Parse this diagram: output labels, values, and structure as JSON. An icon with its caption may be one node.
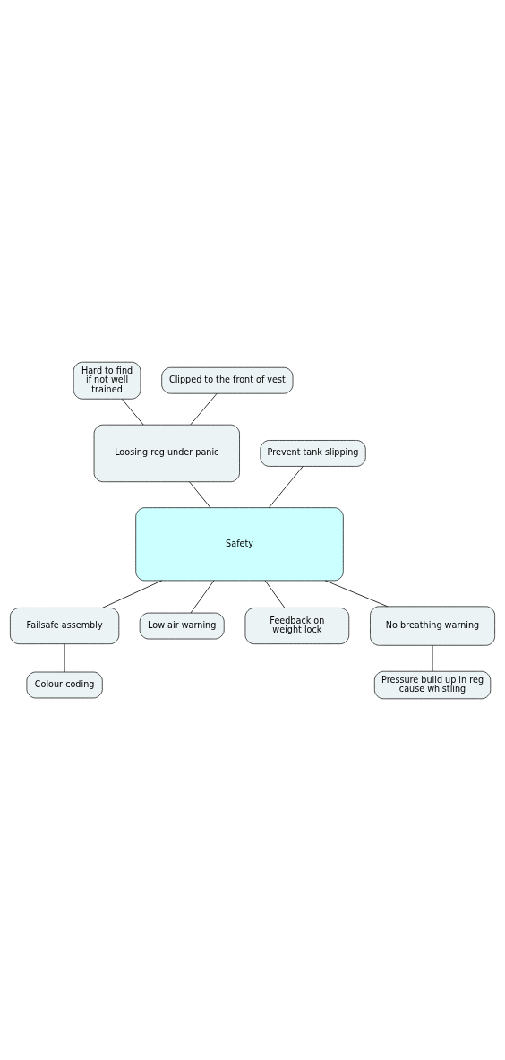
{
  "diagram": {
    "nodes": [
      {
        "text": [
          "Hard to find if not well trained"
        ]
      },
      {
        "text": [
          "Clipped to the front of vest"
        ]
      },
      {
        "text": [
          "Prevent tank slipping"
        ]
      },
      {
        "text": [
          "Loosing reg under panic"
        ]
      },
      {
        "text": [
          "Safety"
        ]
      },
      {
        "text": [
          "Failsafe assembly"
        ]
      },
      {
        "text": [
          "Colour coding"
        ]
      },
      {
        "text": [
          "Low air warning"
        ]
      },
      {
        "text": [
          "Feedback on weight lock"
        ]
      },
      {
        "text": [
          "No breathing warning"
        ]
      },
      {
        "text": [
          "Pressure build up in reg cause whistling"
        ]
      }
    ],
    "edges": [
      {
        "from": 0,
        "to": 3,
        "arrow": "none"
      },
      {
        "from": 1,
        "to": 3,
        "arrow": "none"
      },
      {
        "from": 2,
        "to": 4,
        "arrow": "none"
      },
      {
        "from": 3,
        "to": 4,
        "arrow": "none"
      },
      {
        "from": 4,
        "to": 5,
        "arrow": "none"
      },
      {
        "from": 5,
        "to": 6,
        "arrow": "none"
      },
      {
        "from": 4,
        "to": 7,
        "arrow": "none"
      },
      {
        "from": 4,
        "to": 8,
        "arrow": "none"
      },
      {
        "from": 4,
        "to": 9,
        "arrow": "none"
      },
      {
        "from": 9,
        "to": 10,
        "arrow": "none"
      }
    ]
  }
}
